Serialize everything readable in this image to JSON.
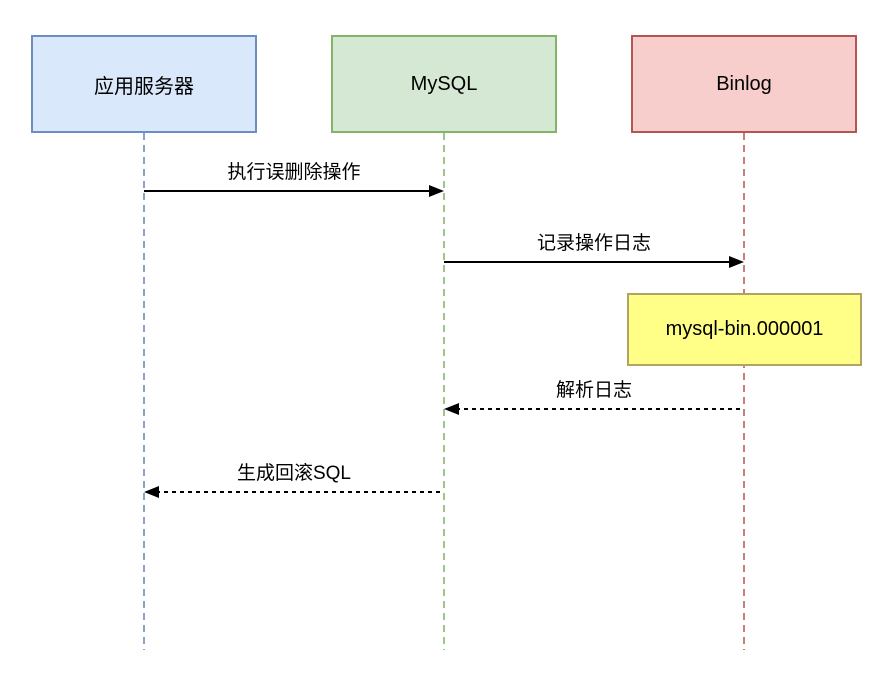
{
  "diagram": {
    "type": "sequence",
    "background": "#ffffff",
    "arrow_color": "#000000",
    "actors": [
      {
        "label": "应用服务器",
        "fill": "#dae8fc",
        "stroke": "#6c8ebf",
        "lifeline_color": "#8aa3cb"
      },
      {
        "label": "MySQL",
        "fill": "#d5e8d4",
        "stroke": "#82b366",
        "lifeline_color": "#9cc58c"
      },
      {
        "label": "Binlog",
        "fill": "#f8cecc",
        "stroke": "#b85450",
        "lifeline_color": "#c4807a"
      }
    ],
    "messages": [
      {
        "label": "执行误删除操作",
        "from": "应用服务器",
        "to": "MySQL",
        "line": "solid",
        "direction": "right"
      },
      {
        "label": "记录操作日志",
        "from": "MySQL",
        "to": "Binlog",
        "line": "solid",
        "direction": "right"
      },
      {
        "label": "解析日志",
        "from": "Binlog",
        "to": "MySQL",
        "line": "dotted",
        "direction": "left"
      },
      {
        "label": "生成回滚SQL",
        "from": "MySQL",
        "to": "应用服务器",
        "line": "dotted",
        "direction": "left"
      }
    ],
    "note": {
      "label": "mysql-bin.000001",
      "fill": "#ffff88",
      "stroke": "#b3a361"
    }
  }
}
